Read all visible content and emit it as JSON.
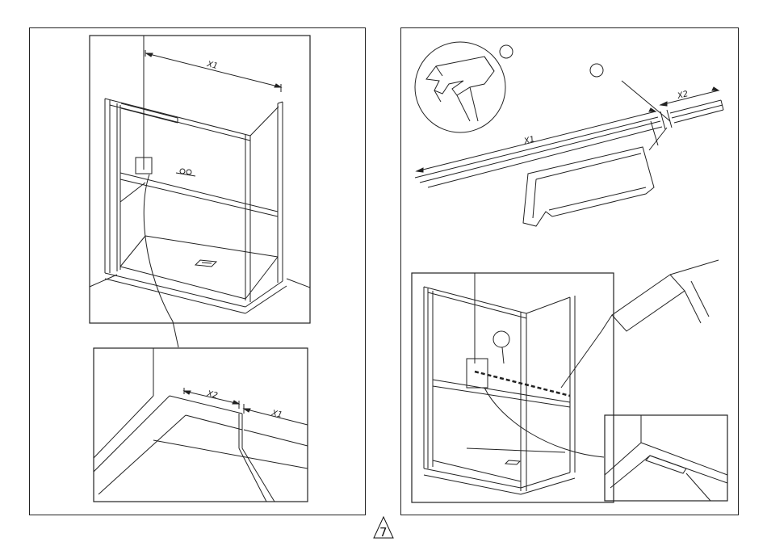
{
  "left_panel": {
    "top_dimension": "X1",
    "detail_dimension_a": "X2",
    "detail_dimension_b": "X1"
  },
  "right_panel": {
    "profile_dimension_a": "X1",
    "profile_dimension_b": "X2"
  },
  "page_number": "7"
}
